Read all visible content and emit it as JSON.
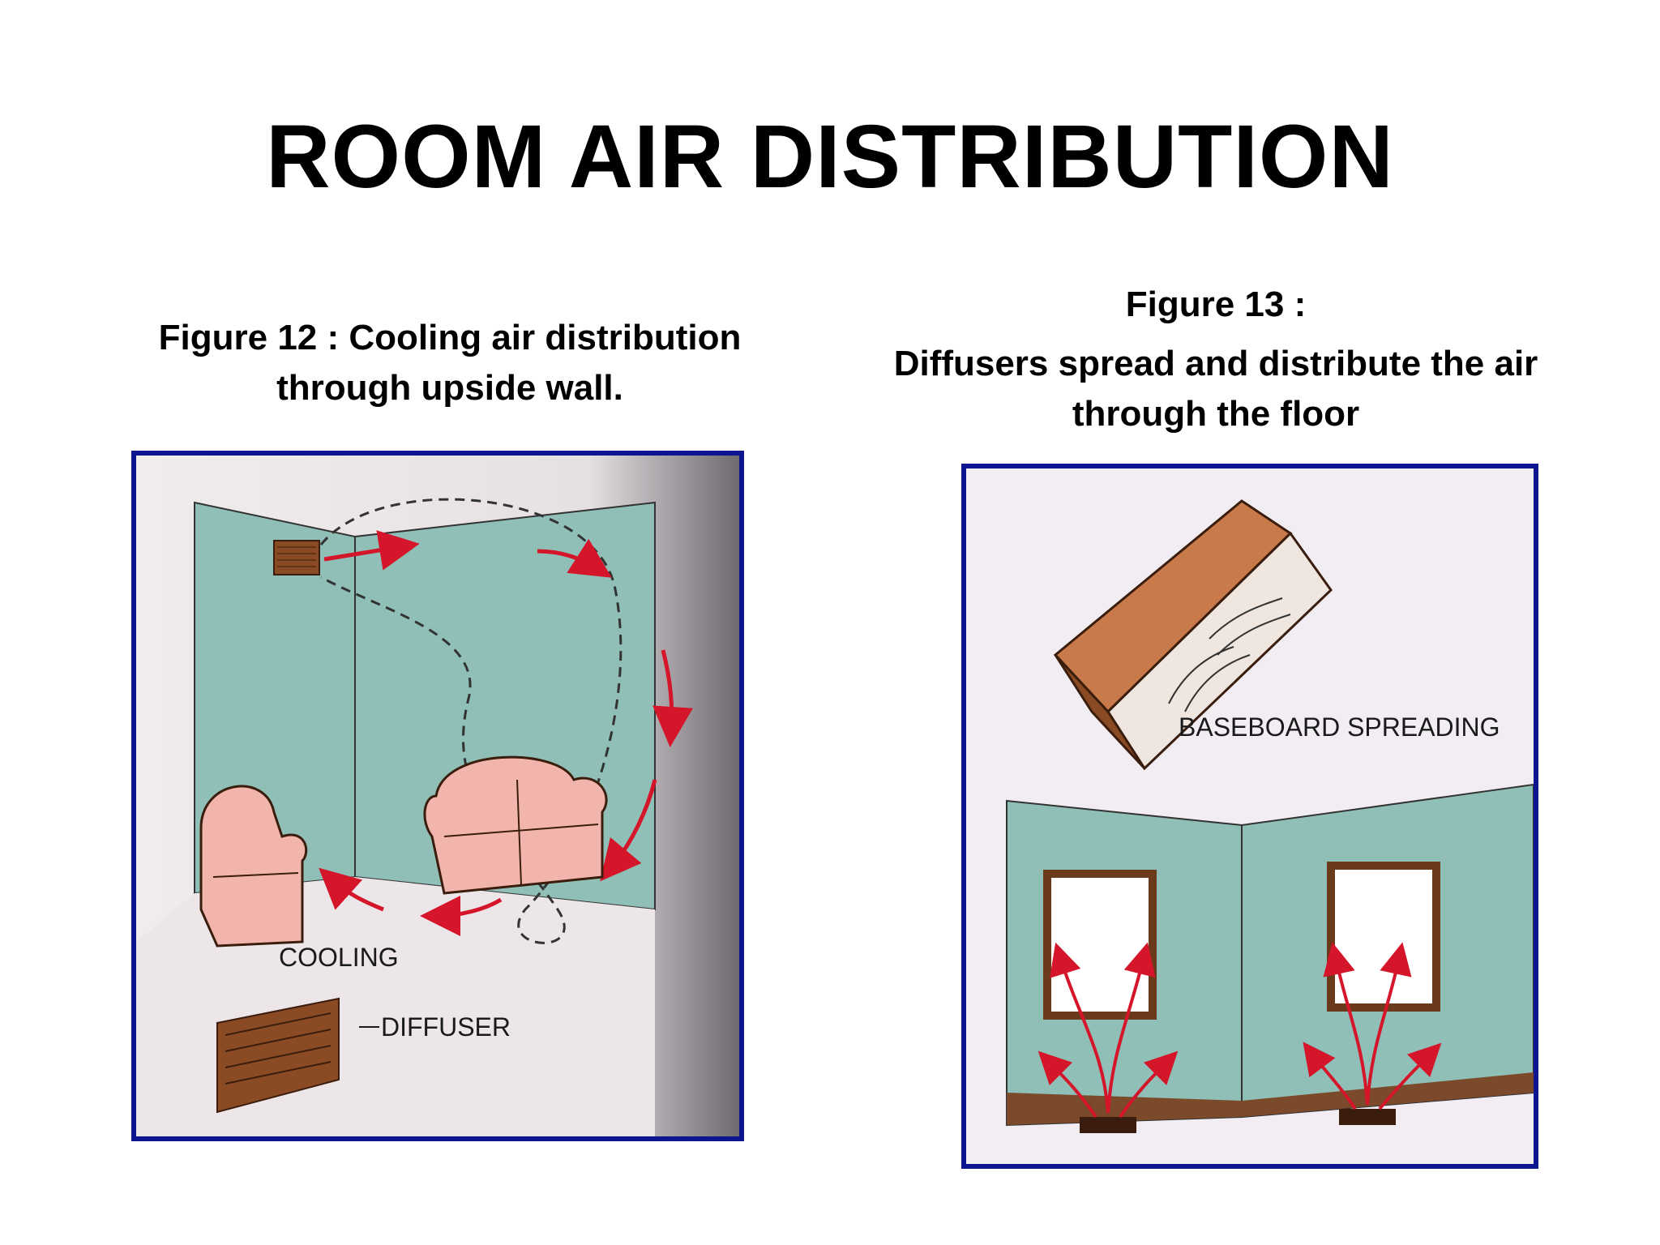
{
  "slide": {
    "title": "ROOM AIR DISTRIBUTION"
  },
  "figure12": {
    "caption_line1": "Figure 12 : Cooling air distribution",
    "caption_line2": "through upside wall.",
    "labels": {
      "cooling": "COOLING",
      "diffuser": "DIFFUSER"
    }
  },
  "figure13": {
    "caption_head": "Figure 13 :",
    "caption_line1": "Diffusers spread and distribute the air",
    "caption_line2": "through the floor",
    "labels": {
      "baseboard": "BASEBOARD SPREADING"
    }
  },
  "colors": {
    "frame": "#0d1590",
    "wall": "#8fbfb6",
    "airflow_arrow": "#d4152a",
    "diffuser": "#8a4a24",
    "furniture": "#f2b5ad"
  }
}
